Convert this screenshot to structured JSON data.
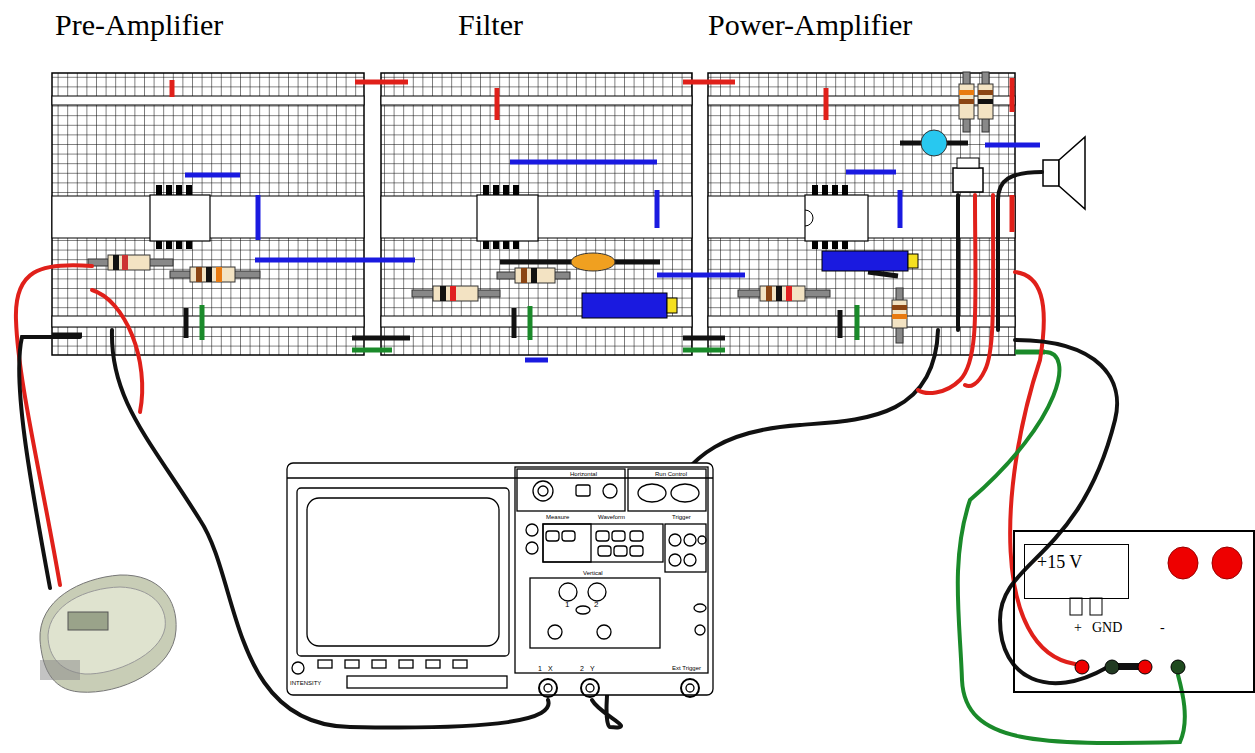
{
  "diagram": {
    "nodes": [
      {
        "text": [
          "+",
          "GND",
          "-"
        ]
      },
      {
        "text": [
          "+15 V"
        ],
        "in": 0
      }
    ],
    "labels": [
      "Pre-Amplifier",
      "Filter",
      "Power-Amplifier",
      "Horizontal",
      "Run Control",
      "Measure",
      "Waveform",
      "Trigger",
      "Vertical",
      "1",
      "2",
      "1",
      "X",
      "2",
      "Y",
      "Ext Trigger",
      "INTENSITY"
    ]
  }
}
